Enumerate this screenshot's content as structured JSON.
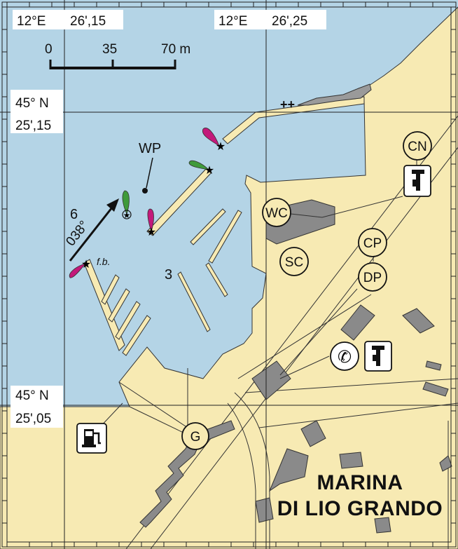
{
  "colors": {
    "sea": "#b4d4e6",
    "land": "#f7eab3",
    "building": "#8a8a8a",
    "accent_blue": "#1a9fd6",
    "accent_red": "#d62020",
    "light_red": "#c3197a",
    "light_green": "#3f9a3b"
  },
  "graticule": {
    "top_left_lon": "12°E",
    "top_left_min": "26',15",
    "top_right_lon": "12°E",
    "top_right_min": "26',25",
    "lat_upper_deg": "45° N",
    "lat_upper_min": "25',15",
    "lat_lower_deg": "45° N",
    "lat_lower_min": "25',05"
  },
  "scale_bar": {
    "ticks": [
      "0",
      "35",
      "70 m"
    ]
  },
  "labels": {
    "waypoint": "WP",
    "channel_depth": "6",
    "bearing": "038°",
    "fixed_bridge": "f.b.",
    "basin_depth": "3",
    "shoal_mark": "++",
    "marina_name_line1": "MARINA",
    "marina_name_line2": "DI LIO GRANDO"
  },
  "services": {
    "customs": "CN",
    "wc": "WC",
    "sc": "SC",
    "harbour_office": "CP",
    "dp": "DP",
    "crane": "G"
  },
  "icons": {
    "crane_lift": "crane-icon",
    "telephone": "telephone-icon",
    "fuel": "fuel-pump-icon",
    "workshop": "workshop-icon"
  }
}
